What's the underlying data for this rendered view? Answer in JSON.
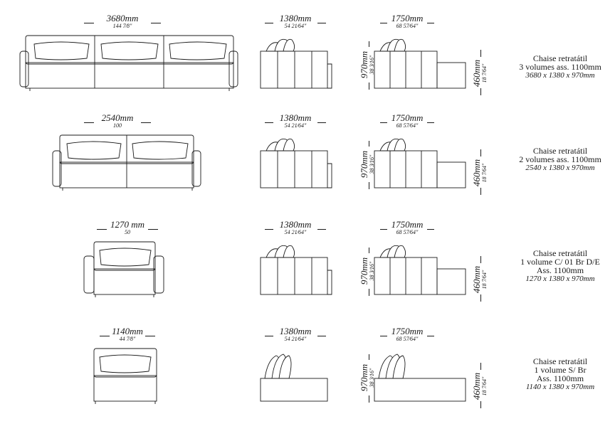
{
  "rows": [
    {
      "front": {
        "mm": "3680mm",
        "in": "144 7⁄8\""
      },
      "side": {
        "mm": "1380mm",
        "in": "54 21⁄64\""
      },
      "chaise": {
        "mm": "1750mm",
        "in": "68 57⁄64\""
      },
      "height_back": {
        "mm": "970mm",
        "in": "38 3⁄16\""
      },
      "height_seat": {
        "mm": "460mm",
        "in": "18 7⁄64\""
      },
      "desc": [
        "Chaise retratátil",
        "3 volumes  ass. 1100mm",
        "3680 x 1380 x 970mm"
      ]
    },
    {
      "front": {
        "mm": "2540mm",
        "in": "100"
      },
      "side": {
        "mm": "1380mm",
        "in": "54 21⁄64\""
      },
      "chaise": {
        "mm": "1750mm",
        "in": "68 57⁄64\""
      },
      "height_back": {
        "mm": "970mm",
        "in": "38 3⁄16\""
      },
      "height_seat": {
        "mm": "460mm",
        "in": "18 7⁄64\""
      },
      "desc": [
        "Chaise retratátil",
        "2 volumes  ass. 1100mm",
        "2540 x 1380 x 970mm"
      ]
    },
    {
      "front": {
        "mm": "1270 mm",
        "in": "50"
      },
      "side": {
        "mm": "1380mm",
        "in": "54 21⁄64\""
      },
      "chaise": {
        "mm": "1750mm",
        "in": "68 57⁄64\""
      },
      "height_back": {
        "mm": "970mm",
        "in": "38 3⁄16\""
      },
      "height_seat": {
        "mm": "460mm",
        "in": "18 7⁄64\""
      },
      "desc": [
        "Chaise retratátil",
        "1 volume  C/ 01 Br D/E",
        "Ass. 1100mm",
        "1270 x 1380 x 970mm"
      ]
    },
    {
      "front": {
        "mm": "1140mm",
        "in": "44 7⁄8\""
      },
      "side": {
        "mm": "1380mm",
        "in": "54 21⁄64\""
      },
      "chaise": {
        "mm": "1750mm",
        "in": "68 57⁄64\""
      },
      "height_back": {
        "mm": "970mm",
        "in": "38 3⁄16\""
      },
      "height_seat": {
        "mm": "460mm",
        "in": "18 7⁄64\""
      },
      "desc": [
        "Chaise retratátil",
        "1 volume  S/ Br",
        "Ass. 1100mm",
        "1140 x 1380 x 970mm"
      ]
    }
  ]
}
